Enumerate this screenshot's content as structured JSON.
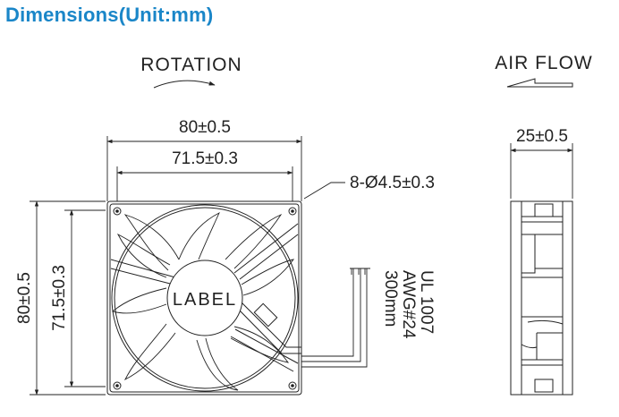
{
  "title": "Dimensions(Unit:mm)",
  "rotation_label": "ROTATION",
  "airflow_label": "AIR FLOW",
  "front_view": {
    "outer_width": "80±0.5",
    "hole_spacing_width": "71.5±0.3",
    "mount_holes": "8-Ø4.5±0.3",
    "outer_height": "80±0.5",
    "hole_spacing_height": "71.5±0.3",
    "hub_label": "LABEL"
  },
  "lead_wire": {
    "standard": "UL 1007",
    "gauge": "AWG#24",
    "length": "300mm"
  },
  "side_view": {
    "thickness": "25±0.5"
  },
  "colors": {
    "title": "#1a86c8",
    "lines": "#222222"
  }
}
